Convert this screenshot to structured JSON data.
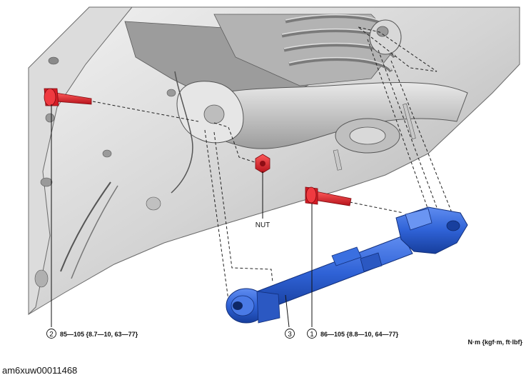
{
  "figure_id": "am6xuw00011468",
  "callouts": {
    "c1": {
      "number": "1",
      "torque": "86—105 {8.8—10, 64—77}"
    },
    "c2": {
      "number": "2",
      "torque": "85—105 {8.7—10, 63—77}"
    },
    "c3": {
      "number": "3"
    },
    "nut": {
      "label": "NUT"
    }
  },
  "units_note": "N·m {kgf·m, ft·lbf}",
  "colors": {
    "bolt": "#e8202a",
    "link": "#2f62d6",
    "body": "#c9c9c9"
  }
}
